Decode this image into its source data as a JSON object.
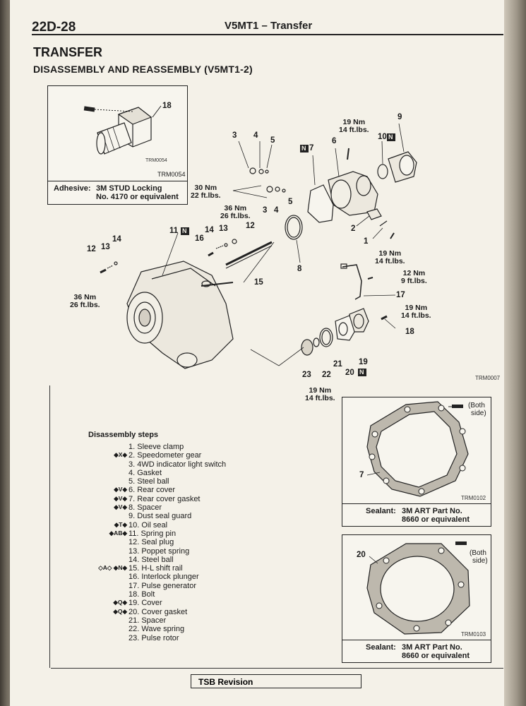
{
  "header": {
    "page_number": "22D-28",
    "title": "V5MT1 – Transfer"
  },
  "section_title": "TRANSFER",
  "subtitle": "DISASSEMBLY AND REASSEMBLY (V5MT1-2)",
  "inset_bolt": {
    "callout": "18",
    "image_code_small": "TRM0054",
    "image_code": "TRM0054",
    "adhesive_label": "Adhesive:",
    "adhesive_line1": "3M STUD Locking",
    "adhesive_line2": "No. 4170 or equivalent"
  },
  "exploded_view": {
    "image_code": "TRM0007",
    "callouts": {
      "c1": "1",
      "c2": "2",
      "c3a": "3",
      "c3b": "3",
      "c4a": "4",
      "c4b": "4",
      "c5a": "5",
      "c5b": "5",
      "c6": "6",
      "c7": "7",
      "c8": "8",
      "c9": "9",
      "c10": "10",
      "c11": "11",
      "c12a": "12",
      "c12b": "12",
      "c13a": "13",
      "c13b": "13",
      "c14a": "14",
      "c14b": "14",
      "c15": "15",
      "c16": "16",
      "c17": "17",
      "c18": "18",
      "c19": "19",
      "c20": "20",
      "c21": "21",
      "c22": "22",
      "c23": "23"
    },
    "badge": "N",
    "torques": {
      "t_30nm": [
        "30 Nm",
        "22 ft.lbs."
      ],
      "t_36nm_a": [
        "36 Nm",
        "26 ft.lbs."
      ],
      "t_36nm_b": [
        "36 Nm",
        "26 ft.lbs."
      ],
      "t_19nm_top": [
        "19 Nm",
        "14 ft.lbs."
      ],
      "t_19nm_mid": [
        "19 Nm",
        "14 ft.lbs."
      ],
      "t_12nm": [
        "12 Nm",
        "9 ft.lbs."
      ],
      "t_19nm_r": [
        "19 Nm",
        "14 ft.lbs."
      ],
      "t_19nm_bottom": [
        "19 Nm",
        "14 ft.lbs."
      ]
    }
  },
  "disassembly": {
    "title": "Disassembly steps",
    "steps": [
      {
        "mark": "",
        "text": "1. Sleeve clamp"
      },
      {
        "mark": "◆X◆",
        "text": "2. Speedometer gear"
      },
      {
        "mark": "",
        "text": "3. 4WD indicator light switch"
      },
      {
        "mark": "",
        "text": "4. Gasket"
      },
      {
        "mark": "",
        "text": "5. Steel ball"
      },
      {
        "mark": "◆V◆",
        "text": "6. Rear cover"
      },
      {
        "mark": "◆V◆",
        "text": "7. Rear cover gasket"
      },
      {
        "mark": "◆V◆",
        "text": "8. Spacer"
      },
      {
        "mark": "",
        "text": "9. Dust seal guard"
      },
      {
        "mark": "◆T◆",
        "text": "10. Oil seal"
      },
      {
        "mark": "◆AB◆",
        "text": "11. Spring pin"
      },
      {
        "mark": "",
        "text": "12. Seal plug"
      },
      {
        "mark": "",
        "text": "13. Poppet spring"
      },
      {
        "mark": "",
        "text": "14. Steel ball"
      },
      {
        "mark": "◇A◇ ◆N◆",
        "text": "15. H-L shift rail"
      },
      {
        "mark": "",
        "text": "16. Interlock plunger"
      },
      {
        "mark": "",
        "text": "17. Pulse generator"
      },
      {
        "mark": "",
        "text": "18. Bolt"
      },
      {
        "mark": "◆Q◆",
        "text": "19. Cover"
      },
      {
        "mark": "◆Q◆",
        "text": "20. Cover gasket"
      },
      {
        "mark": "",
        "text": "21. Spacer"
      },
      {
        "mark": "",
        "text": "22. Wave spring"
      },
      {
        "mark": "",
        "text": "23. Pulse rotor"
      }
    ]
  },
  "gasket_box_1": {
    "callout": "7",
    "both_side_1": "(Both",
    "both_side_2": "side)",
    "image_code": "TRM0102",
    "sealant_label": "Sealant:",
    "sealant_line1": "3M ART Part No.",
    "sealant_line2": "8660 or equivalent"
  },
  "gasket_box_2": {
    "callout": "20",
    "both_side_1": "(Both",
    "both_side_2": "side)",
    "image_code": "TRM0103",
    "sealant_label": "Sealant:",
    "sealant_line1": "3M ART Part No.",
    "sealant_line2": "8660 or equivalent"
  },
  "footer": {
    "tsb_label": "TSB Revision"
  }
}
